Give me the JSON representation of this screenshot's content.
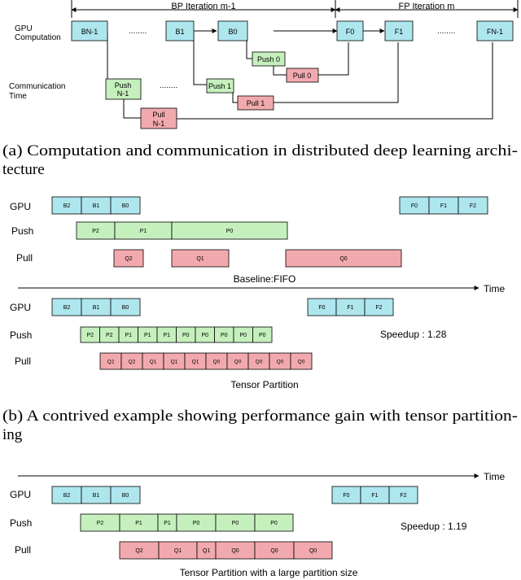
{
  "panel_a": {
    "bp_iteration": "BP Iteration m-1",
    "fp_iteration": "FP Iteration m",
    "row_gpu_1": "GPU",
    "row_gpu_2": "Computation",
    "row_comm_1": "Communication",
    "row_comm_2": "Time",
    "ellipsis": "........",
    "boxes": {
      "bn1": "BN-1",
      "b1": "B1",
      "b0": "B0",
      "f0": "F0",
      "f1": "F1",
      "fn1": "FN-1",
      "push0": "Push 0",
      "pull0": "Pull 0",
      "push1": "Push 1",
      "pull1": "Pull 1",
      "pushn1_a": "Push",
      "pushn1_b": "N-1",
      "pulln1_a": "Pull",
      "pulln1_b": "N-1"
    },
    "caption_line1": "(a) Computation and communication in distributed deep learning archi-",
    "caption_line2": "tecture"
  },
  "panel_b": {
    "rows": {
      "gpu": "GPU",
      "push": "Push",
      "pull": "Pull"
    },
    "baseline": {
      "gpu": [
        "B2",
        "B1",
        "B0"
      ],
      "gpu_fp": [
        "F0",
        "F1",
        "F2"
      ],
      "push": [
        "P2",
        "P1",
        "P0"
      ],
      "pull": [
        "Q2",
        "Q1",
        "Q0"
      ],
      "label": "Baseline:FIFO"
    },
    "time": "Time",
    "partition": {
      "gpu": [
        "B2",
        "B1",
        "B0"
      ],
      "gpu_fp": [
        "F0",
        "F1",
        "F2"
      ],
      "push": [
        "P2",
        "P2",
        "P1",
        "P1",
        "P1",
        "P0",
        "P0",
        "P0",
        "P0",
        "P0"
      ],
      "pull": [
        "Q2",
        "Q2",
        "Q1",
        "Q1",
        "Q1",
        "Q0",
        "Q0",
        "Q0",
        "Q0",
        "Q0"
      ],
      "speedup": "Speedup : 1.28",
      "label": "Tensor Partition"
    },
    "caption_line1": "(b) A contrived example showing performance gain with tensor partition-",
    "caption_line2": "ing"
  },
  "panel_c": {
    "time": "Time",
    "rows": {
      "gpu": "GPU",
      "push": "Push",
      "pull": "Pull"
    },
    "gpu": [
      "B2",
      "B1",
      "B0"
    ],
    "gpu_fp": [
      "F0",
      "F1",
      "F2"
    ],
    "push": [
      "P2",
      "P1",
      "P1",
      "P0",
      "P0",
      "P0"
    ],
    "pull": [
      "Q2",
      "Q1",
      "Q1",
      "Q0",
      "Q0",
      "Q0"
    ],
    "speedup": "Speedup : 1.19",
    "label": "Tensor Partition with a large partition size"
  },
  "colors": {
    "gpu": "#aee6ee",
    "push": "#c5f0bd",
    "pull": "#f2a9ad"
  }
}
